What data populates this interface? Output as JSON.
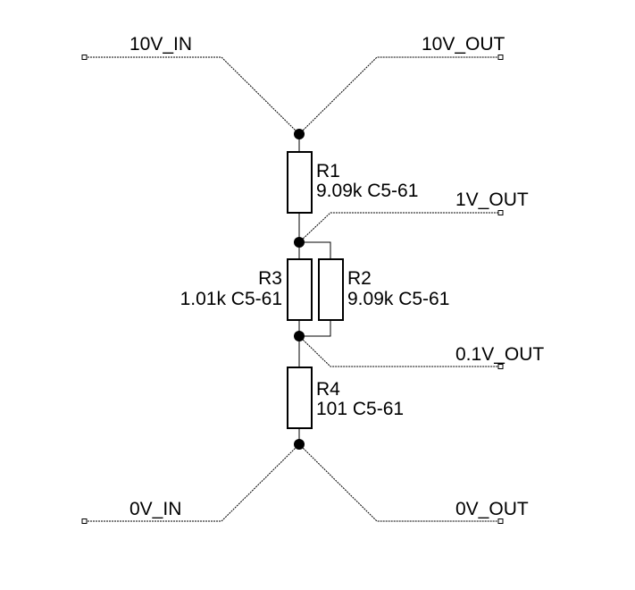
{
  "ports": {
    "in_10v": "10V_IN",
    "out_10v": "10V_OUT",
    "out_1v": "1V_OUT",
    "out_01v": "0.1V_OUT",
    "in_0v": "0V_IN",
    "out_0v": "0V_OUT"
  },
  "resistors": {
    "r1": {
      "ref": "R1",
      "value": "9.09k C5-61"
    },
    "r2": {
      "ref": "R2",
      "value": "9.09k C5-61"
    },
    "r3": {
      "ref": "R3",
      "value": "1.01k C5-61"
    },
    "r4": {
      "ref": "R4",
      "value": "101 C5-61"
    }
  },
  "colors": {
    "ink": "#000000",
    "background": "#ffffff"
  }
}
